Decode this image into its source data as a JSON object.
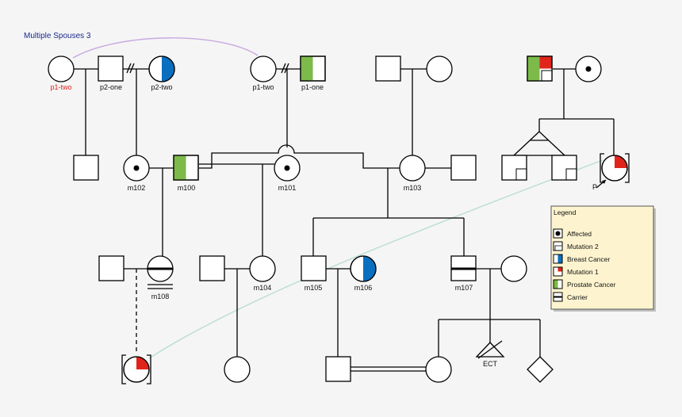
{
  "title": "Multiple Spouses 3",
  "colors": {
    "background": "#f5f5f5",
    "breast_cancer": "#0a6fbf",
    "prostate_cancer": "#7cba4a",
    "mutation_1": "#e0241c",
    "legend_bg": "#fdf4cf",
    "arc_purple": "#c9a8e0",
    "arc_teal": "#b9ddd2"
  },
  "labels": {
    "p1_two_a": "p1-two",
    "p2_one": "p2-one",
    "p2_two": "p2-two",
    "p1_two_b": "p1-two",
    "p1_one": "p1-one",
    "m102": "m102",
    "m100": "m100",
    "m101": "m101",
    "m103": "m103",
    "m108": "m108",
    "m104": "m104",
    "m105": "m105",
    "m106": "m106",
    "m107": "m107",
    "proband": "P",
    "ect": "ECT"
  },
  "legend": {
    "title": "Legend",
    "items": [
      {
        "label": "Affected",
        "icon": "affected-dot-icon"
      },
      {
        "label": "Mutation 2",
        "icon": "mutation-2-icon"
      },
      {
        "label": "Breast Cancer",
        "icon": "breast-cancer-icon"
      },
      {
        "label": "Mutation 1",
        "icon": "mutation-1-icon"
      },
      {
        "label": "Prostate Cancer",
        "icon": "prostate-cancer-icon"
      },
      {
        "label": "Carrier",
        "icon": "carrier-icon"
      }
    ]
  }
}
